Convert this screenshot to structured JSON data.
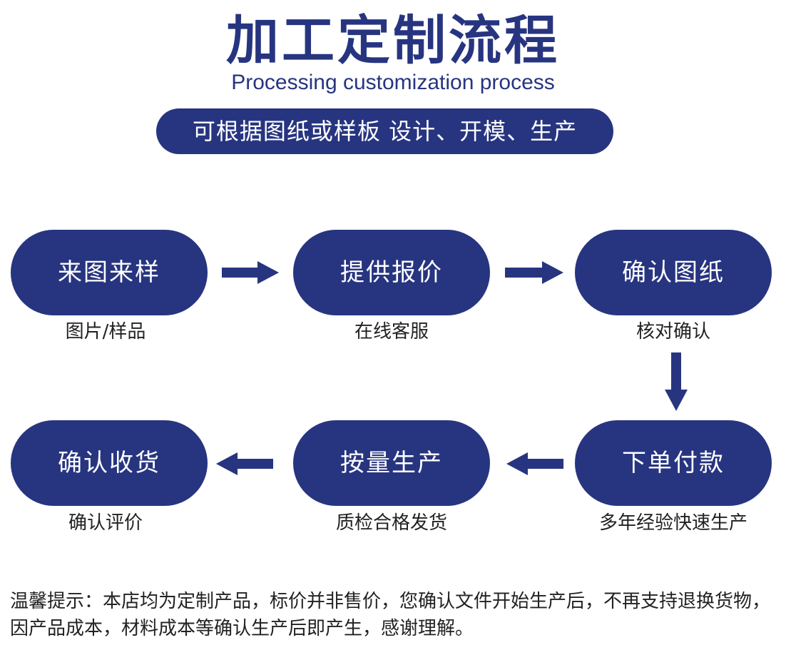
{
  "header": {
    "title": "加工定制流程",
    "subtitle": "Processing customization process",
    "banner": "可根据图纸或样板 设计、开模、生产"
  },
  "steps": [
    {
      "label": "来图来样",
      "caption": "图片/样品"
    },
    {
      "label": "提供报价",
      "caption": "在线客服"
    },
    {
      "label": "确认图纸",
      "caption": "核对确认"
    },
    {
      "label": "下单付款",
      "caption": "多年经验快速生产"
    },
    {
      "label": "按量生产",
      "caption": "质检合格发货"
    },
    {
      "label": "确认收货",
      "caption": "确认评价"
    }
  ],
  "notice": "温馨提示：本店均为定制产品，标价并非售价，您确认文件开始生产后，不再支持退换货物，因产品成本，材料成本等确认生产后即产生，感谢理解。",
  "colors": {
    "primary": "#273580",
    "text": "#222222",
    "background": "#ffffff"
  },
  "icons": [
    "arrow-right-icon",
    "arrow-down-icon",
    "arrow-left-icon"
  ]
}
